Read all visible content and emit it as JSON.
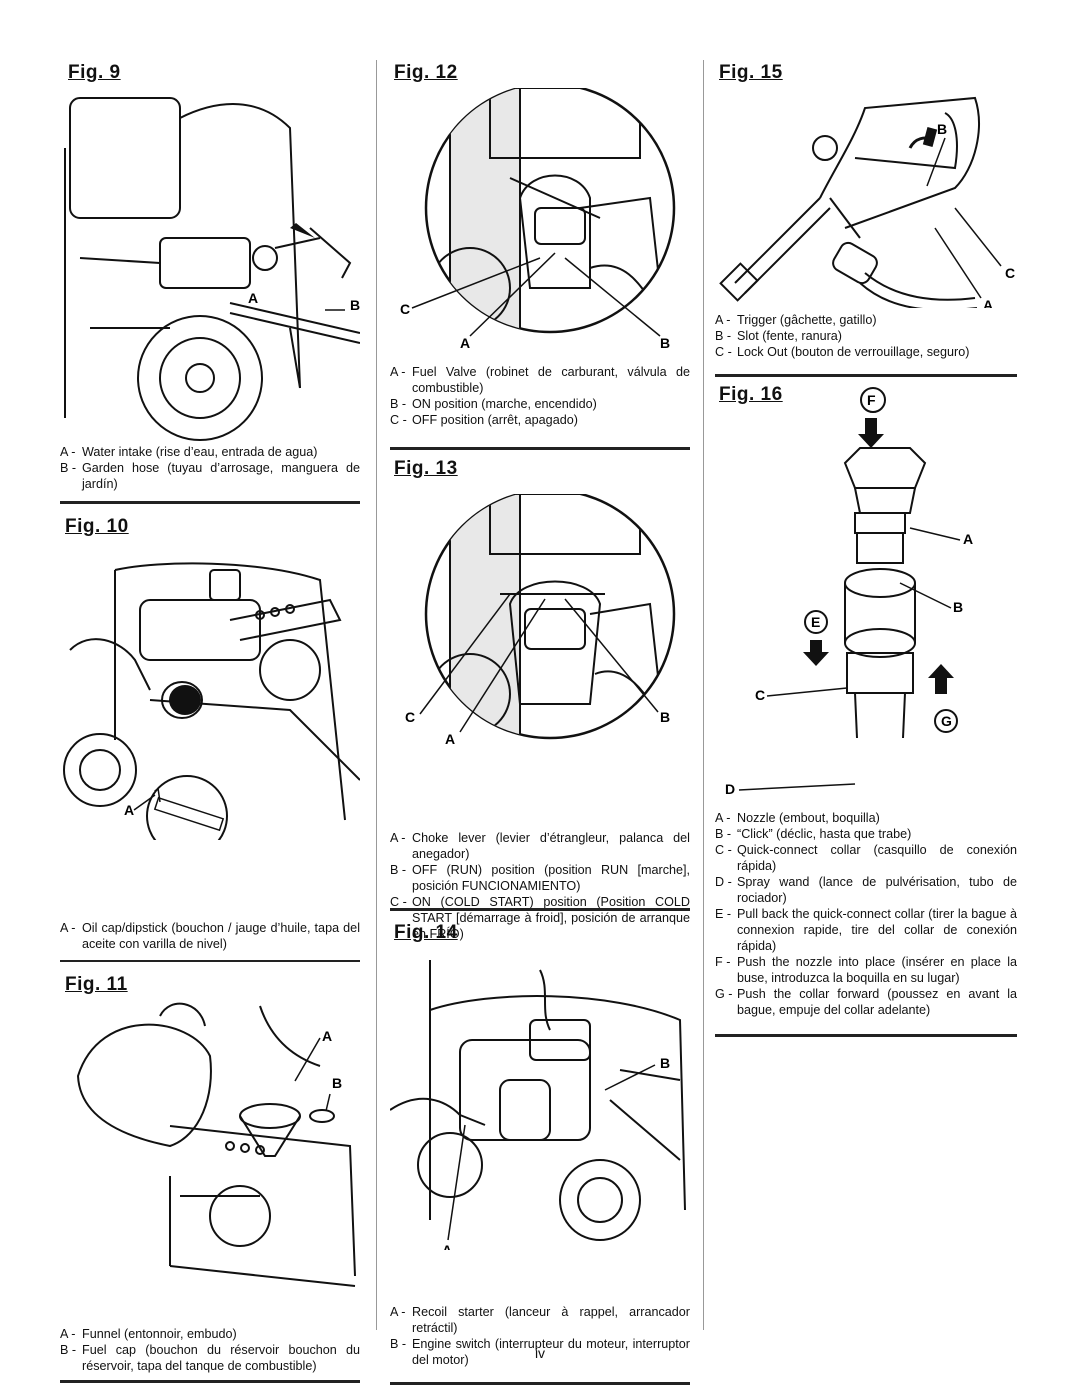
{
  "page": {
    "number": "iv"
  },
  "figures": {
    "fig9": {
      "title": "Fig. 9",
      "labels": {
        "a": "A",
        "b": "B"
      },
      "legend": [
        {
          "key": "A -",
          "text": "Water intake (rise d’eau, entrada de agua)"
        },
        {
          "key": "B -",
          "text": "Garden hose (tuyau d’arrosage, manguera de jardín)"
        }
      ]
    },
    "fig10": {
      "title": "Fig. 10",
      "labels": {
        "a": "A"
      },
      "legend": [
        {
          "key": "A -",
          "text": "Oil cap/dipstick (bouchon / jauge d’huile, tapa del aceite con varilla de nivel)"
        }
      ]
    },
    "fig11": {
      "title": "Fig. 11",
      "labels": {
        "a": "A",
        "b": "B"
      },
      "legend": [
        {
          "key": "A -",
          "text": "Funnel (entonnoir, embudo)"
        },
        {
          "key": "B -",
          "text": "Fuel cap (bouchon du réservoir bouchon du réservoir, tapa del tanque de combustible)"
        }
      ]
    },
    "fig12": {
      "title": "Fig. 12",
      "labels": {
        "a": "A",
        "b": "B",
        "c": "C"
      },
      "legend": [
        {
          "key": "A -",
          "text": "Fuel Valve (robinet de carburant, válvula de combustible)"
        },
        {
          "key": "B -",
          "text": "ON position (marche, encendido)"
        },
        {
          "key": "C -",
          "text": "OFF position (arrêt, apagado)"
        }
      ]
    },
    "fig13": {
      "title": "Fig. 13",
      "labels": {
        "a": "A",
        "b": "B",
        "c": "C"
      },
      "legend": [
        {
          "key": "A -",
          "text": "Choke lever (levier d’étrangleur, palanca del anegador)"
        },
        {
          "key": "B -",
          "text": "OFF (RUN) position (position RUN [marche], posición FUNCIONAMIENTO)"
        },
        {
          "key": "C -",
          "text": "ON (COLD START) position (Position COLD START [démarrage à froid], posición de arranque en FRÍO)"
        }
      ]
    },
    "fig14": {
      "title": "Fig. 14",
      "labels": {
        "a": "A",
        "b": "B"
      },
      "legend": [
        {
          "key": "A -",
          "text": "Recoil starter (lanceur à rappel, arrancador retráctil)"
        },
        {
          "key": "B -",
          "text": "Engine switch (interrupteur du moteur, interruptor del motor)"
        }
      ]
    },
    "fig15": {
      "title": "Fig. 15",
      "labels": {
        "a": "A",
        "b": "B",
        "c": "C"
      },
      "legend": [
        {
          "key": "A -",
          "text": "Trigger (gâchette, gatillo)"
        },
        {
          "key": "B -",
          "text": "Slot (fente, ranura)"
        },
        {
          "key": "C -",
          "text": "Lock Out (bouton de verrouillage, seguro)"
        }
      ]
    },
    "fig16": {
      "title": "Fig. 16",
      "labels": {
        "a": "A",
        "b": "B",
        "c": "C",
        "d": "D",
        "e": "E",
        "f": "F",
        "g": "G"
      },
      "legend": [
        {
          "key": "A -",
          "text": "Nozzle (embout, boquilla)"
        },
        {
          "key": "B -",
          "text": "“Click” (déclic, hasta que trabe)"
        },
        {
          "key": "C -",
          "text": "Quick-connect collar (casquillo de conexión rápida)"
        },
        {
          "key": "D -",
          "text": "Spray wand (lance de pulvérisation, tubo de rociador)"
        },
        {
          "key": "E -",
          "text": "Pull back the quick-connect collar (tirer la bague à connexion rapide, tire del collar de conexión rápida)"
        },
        {
          "key": "F -",
          "text": "Push the nozzle into place (insérer en place la buse, introduzca la boquilla en su lugar)"
        },
        {
          "key": "G -",
          "text": "Push the collar forward (poussez en avant la bague, empuje del collar adelante)"
        }
      ]
    }
  }
}
